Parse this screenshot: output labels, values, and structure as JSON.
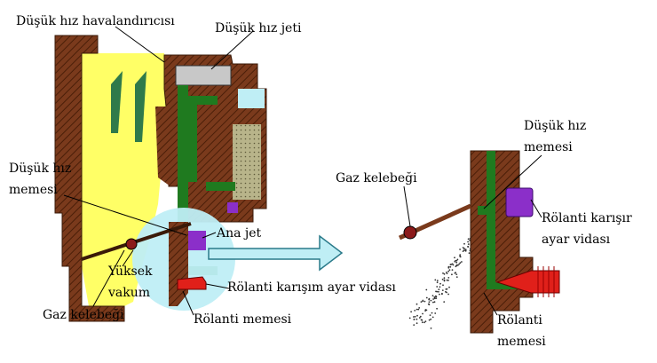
{
  "labels": {
    "low_speed_vent": "Düşük hız havalandırıcısı",
    "low_speed_jet": "Düşük hız jeti",
    "low_speed_nozzle_left": [
      "Düşük hız",
      "memesi"
    ],
    "main_jet": "Ana jet",
    "high_vacuum": [
      "Yüksek",
      "vakum"
    ],
    "throttle_left": "Gaz kelebeği",
    "idle_mix_screw_left": "Rölanti karışım ayar vidası",
    "idle_nozzle_left": "Rölanti memesi",
    "throttle_right": "Gaz kelebeği",
    "low_speed_nozzle_right": [
      "Düşük hız",
      "memesi"
    ],
    "idle_mix_screw_right": [
      "Rölanti karışır",
      "ayar vidası"
    ],
    "idle_nozzle_right": [
      "Rölanti",
      "memesi"
    ]
  },
  "colors": {
    "body": "#7a3a1c",
    "hatch": "#5a2a10",
    "fuel_channel": "#1f7a1f",
    "air_zone": "#ffff66",
    "vacuum_zone": "#bfeef5",
    "screw": "#e0201a",
    "jet_part": "#8b2fc9",
    "float_bowl": "#b8b48a",
    "jet_cap": "#c8c8c8"
  }
}
